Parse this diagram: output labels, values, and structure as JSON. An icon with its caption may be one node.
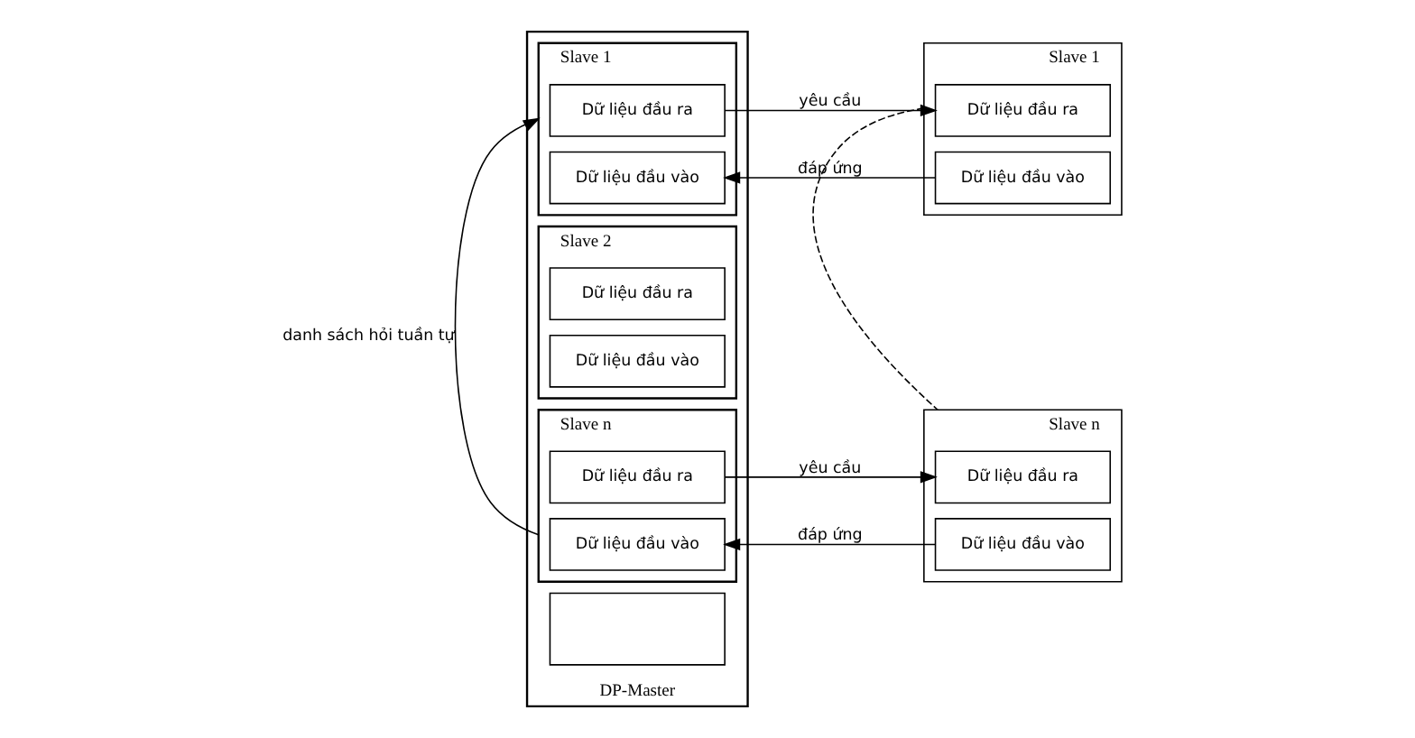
{
  "diagram": {
    "nodes": [
      {
        "text": [
          "DP-Master"
        ]
      },
      {
        "text": [
          "Slave 1"
        ],
        "in": 0
      },
      {
        "text": [
          "Dữ liệu đầu ra"
        ],
        "in": 1
      },
      {
        "text": [
          "Dữ liệu đầu vào"
        ],
        "in": 1
      },
      {
        "text": [
          "Slave 2"
        ],
        "in": 0
      },
      {
        "text": [
          "Dữ liệu đầu ra"
        ],
        "in": 4
      },
      {
        "text": [
          "Dữ liệu đầu vào"
        ],
        "in": 4
      },
      {
        "text": [],
        "shape": "box",
        "in": 0
      },
      {
        "text": [
          "Slave n"
        ],
        "in": 0
      },
      {
        "text": [
          "Dữ liệu đầu ra"
        ],
        "in": 8
      },
      {
        "text": [
          "Dữ liệu đầu vào"
        ],
        "in": 8
      },
      {
        "text": [
          "Slave 1"
        ]
      },
      {
        "text": [
          "Dữ liệu đầu ra"
        ],
        "in": 11
      },
      {
        "text": [
          "Dữ liệu đầu vào"
        ],
        "in": 11
      },
      {
        "text": [
          "Slave n"
        ]
      },
      {
        "text": [
          "Dữ liệu đầu ra"
        ],
        "in": 14
      },
      {
        "text": [
          "Dữ liệu đầu vào"
        ],
        "in": 14
      }
    ],
    "edges": [
      {
        "from": 8,
        "to": 1,
        "arrow": "to",
        "label": "danh sách hỏi tuần tự"
      },
      {
        "from": 2,
        "to": 12,
        "arrow": "to",
        "label": "yêu cầu"
      },
      {
        "from": 13,
        "to": 3,
        "arrow": "to",
        "label": "đáp ứng"
      },
      {
        "from": 11,
        "to": 14,
        "arrow": "none",
        "style": "dashed"
      },
      {
        "from": 9,
        "to": 15,
        "arrow": "to",
        "label": "yêu cầu"
      },
      {
        "from": 16,
        "to": 10,
        "arrow": "to",
        "label": "đáp ứng"
      }
    ]
  }
}
